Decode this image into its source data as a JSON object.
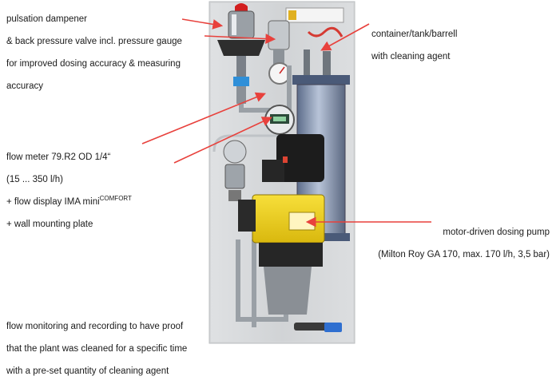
{
  "labels": {
    "dampener_line1": "pulsation dampener",
    "dampener_line2": "& back pressure valve incl. pressure gauge",
    "dampener_line3": "for improved dosing accuracy & measuring",
    "dampener_line4": "accuracy",
    "container_line1": "container/tank/barrell",
    "container_line2": "with cleaning agent",
    "flowmeter_line1": "flow meter 79.R2 OD 1/4“",
    "flowmeter_line2": "(15 ... 350 l/h)",
    "flowmeter_line3_main": "+ flow display IMA mini",
    "flowmeter_line3_sup": "COMFORT",
    "flowmeter_line4": "+ wall mounting plate",
    "pump_line1": "motor-driven dosing pump",
    "pump_line2": "(Milton Roy GA 170, max. 170 l/h, 3,5 bar)",
    "monitoring_line1": "flow monitoring and recording to have proof",
    "monitoring_line2": "that the plant was cleaned for a specific time",
    "monitoring_line3": "with a pre-set quantity of cleaning agent"
  },
  "colors": {
    "arrow": "#e8413c",
    "panel": "#d6d8da",
    "pump_yellow": "#f2d21c",
    "motor_black": "#1c1c1c",
    "cylinder_blue": "#7c8aa8"
  }
}
